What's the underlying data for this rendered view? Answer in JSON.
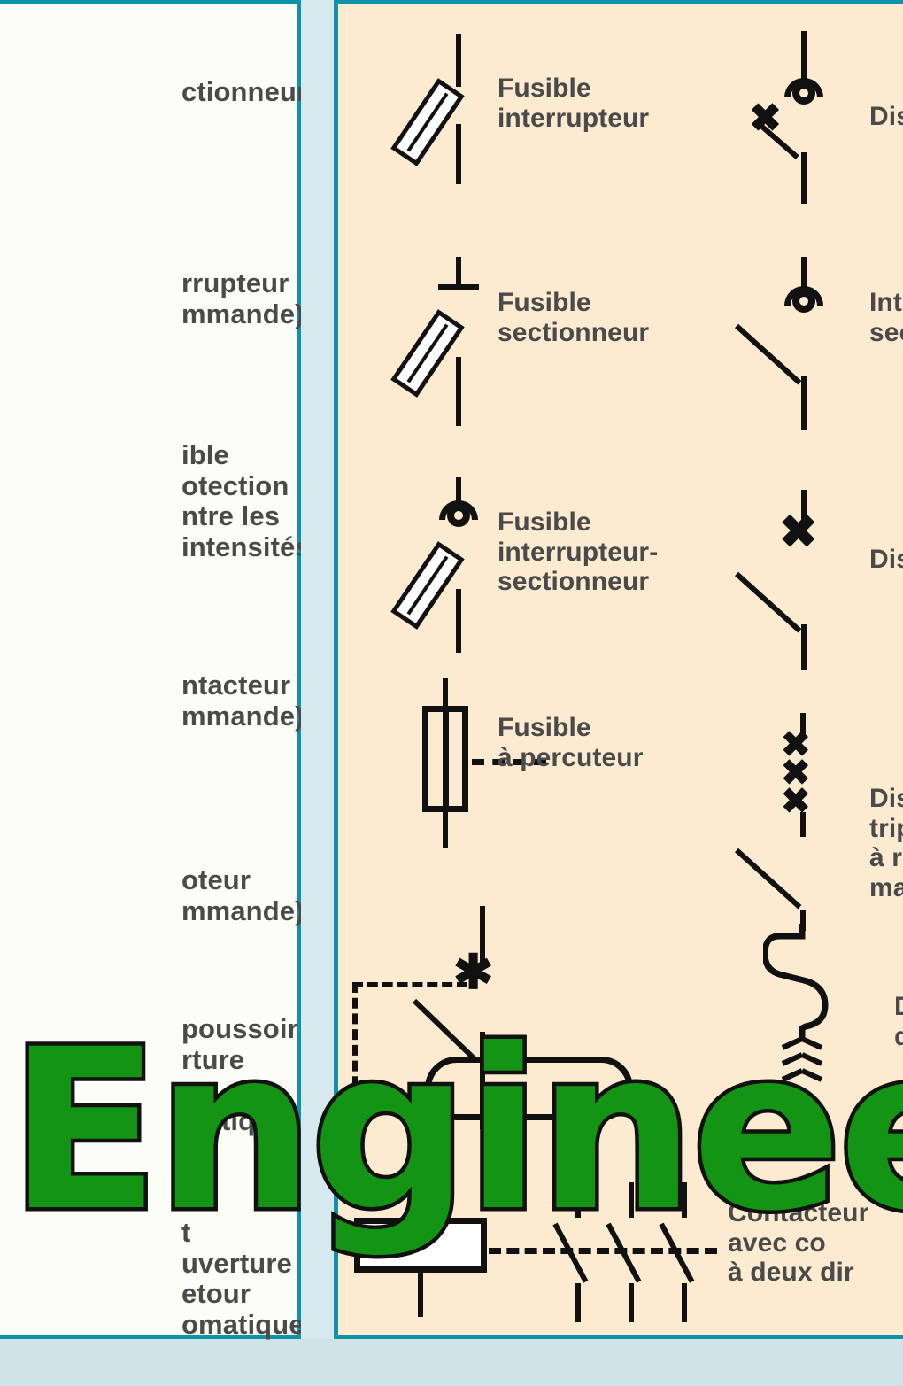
{
  "document": {
    "kind": "electrical-symbols-reference-chart",
    "language": "French",
    "watermark_text": "Engineering"
  },
  "colors": {
    "page_background": "#cfe3e8",
    "panel_border": "#0f93a8",
    "left_panel_background": "#fdfdf8",
    "right_panel_background": "#fcebd0",
    "text": "#4a4a4a",
    "symbol_stroke": "#111111",
    "watermark_green": "#149414",
    "watermark_outline": "#111111"
  },
  "left_panel": {
    "note": "left column is cropped at the image left edge; labels are partially visible",
    "entries": [
      {
        "label": "ctionneur"
      },
      {
        "label": "rrupteur\nmmande)"
      },
      {
        "label": "ible\notection\nntre les\nintensités)"
      },
      {
        "label": "ntacteur\nmmande)"
      },
      {
        "label": "oteur\nmmande)"
      },
      {
        "label": "poussoir\nrture\ne\nmatique"
      },
      {
        "label": "t\nuverture\netour\nomatique"
      }
    ]
  },
  "right_panel": {
    "column_left": [
      {
        "label": "Fusible\ninterrupteur",
        "symbol": "fuse-switch"
      },
      {
        "label": "Fusible\nsectionneur",
        "symbol": "fuse-disconnector"
      },
      {
        "label": "Fusible\ninterrupteur-\nsectionneur",
        "symbol": "fuse-switch-disconnector"
      },
      {
        "label": "Fusible\nà percuteur",
        "symbol": "striker-fuse"
      }
    ],
    "column_right": [
      {
        "label": "Dis",
        "full_guess": "Disjoncteur",
        "symbol": "circuit-breaker"
      },
      {
        "label": "Inte\nsec",
        "full_guess": "Interrupteur-sectionneur",
        "symbol": "switch-disconnector"
      },
      {
        "label": "Dis",
        "full_guess": "Disjoncteur",
        "symbol": "circuit-breaker-thermal"
      },
      {
        "label": "Dis\ntrip\nà r\nma",
        "full_guess": "Disjoncteur triphasé à relais magnétique",
        "symbol": "three-phase-breaker-magnetic-relay"
      }
    ],
    "bottom_entries": [
      {
        "label": "Disjoncteur\ndifférentiel",
        "symbol": "residual-current-breaker"
      },
      {
        "label": "Contacteur\navec co\nà deux dir",
        "full_guess": "Contacteur avec contacts à deux directions",
        "symbol": "contactor-coil-with-contacts"
      }
    ]
  }
}
